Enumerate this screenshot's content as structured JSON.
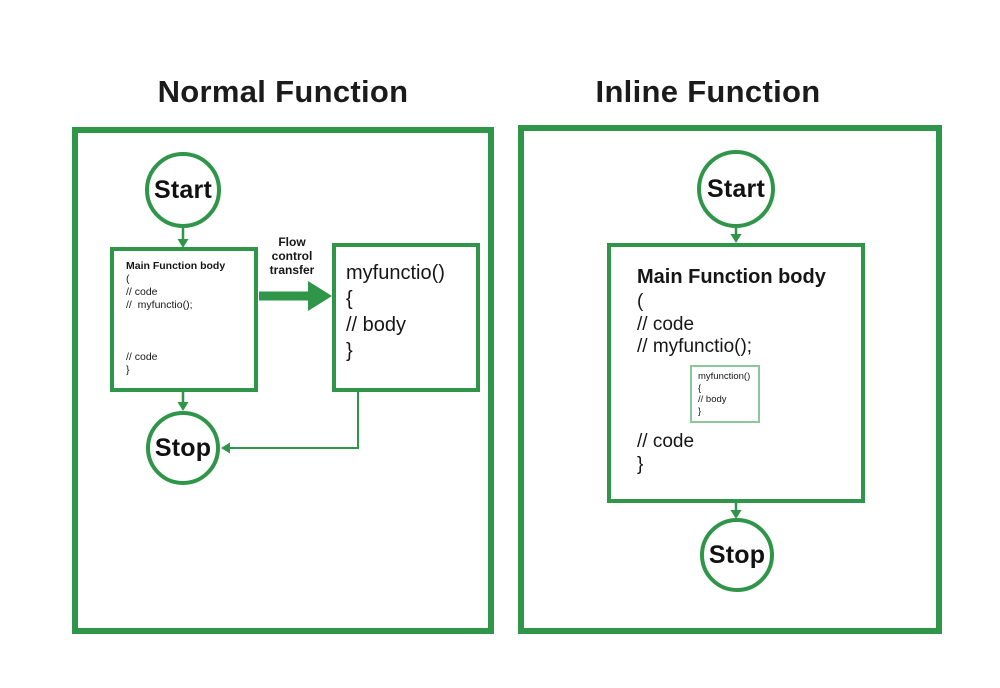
{
  "colors": {
    "green": "#2e9549",
    "green_light": "#8cc79b",
    "text": "#161616"
  },
  "left_panel": {
    "title": "Normal Function",
    "start_label": "Start",
    "stop_label": "Stop",
    "main_box": {
      "title": "Main Function body",
      "code": "(\n// code\n//  myfunctio();\n\n\n\n// code\n}"
    },
    "flow_label": "Flow\ncontrol\ntransfer",
    "func_box": {
      "code": "myfunctio()\n{\n// body\n}"
    }
  },
  "right_panel": {
    "title": "Inline Function",
    "start_label": "Start",
    "stop_label": "Stop",
    "main_box": {
      "title": "Main Function body",
      "code_top": "(\n// code\n// myfunctio();",
      "inline_box_code": "myfunction()\n{\n// body\n}",
      "code_bottom": "// code\n}"
    }
  }
}
